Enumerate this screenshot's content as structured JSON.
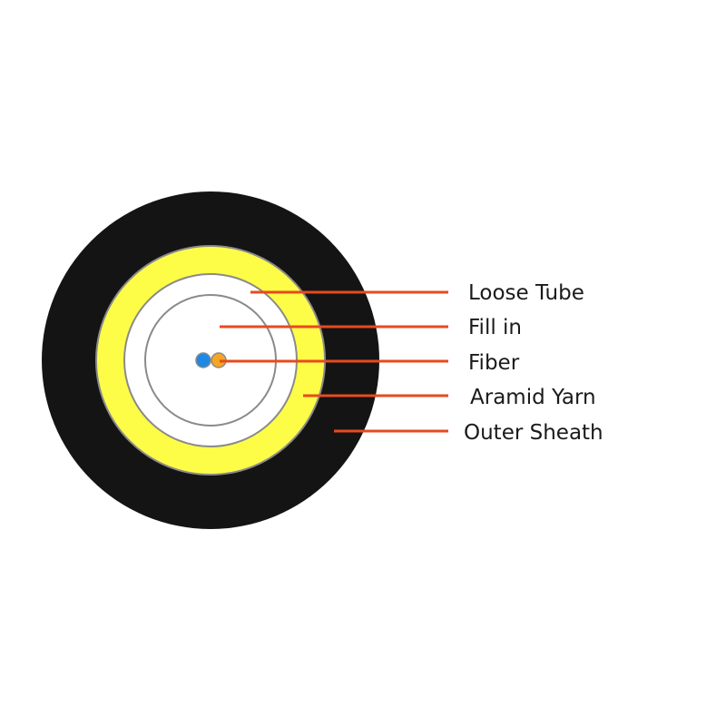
{
  "colors": {
    "outer_sheath": "#141414",
    "aramid_yarn": "#fdfd48",
    "fill": "#ffffff",
    "outline": "#8a8a8a",
    "leader": "#e84a1e",
    "fiber_blue": "#1e88e5",
    "fiber_orange": "#f5a623"
  },
  "labels": {
    "loose_tube": "Loose Tube",
    "fill_in": "Fill in",
    "fiber": "Fiber",
    "aramid_yarn": "Aramid Yarn",
    "outer_sheath": "Outer Sheath"
  }
}
